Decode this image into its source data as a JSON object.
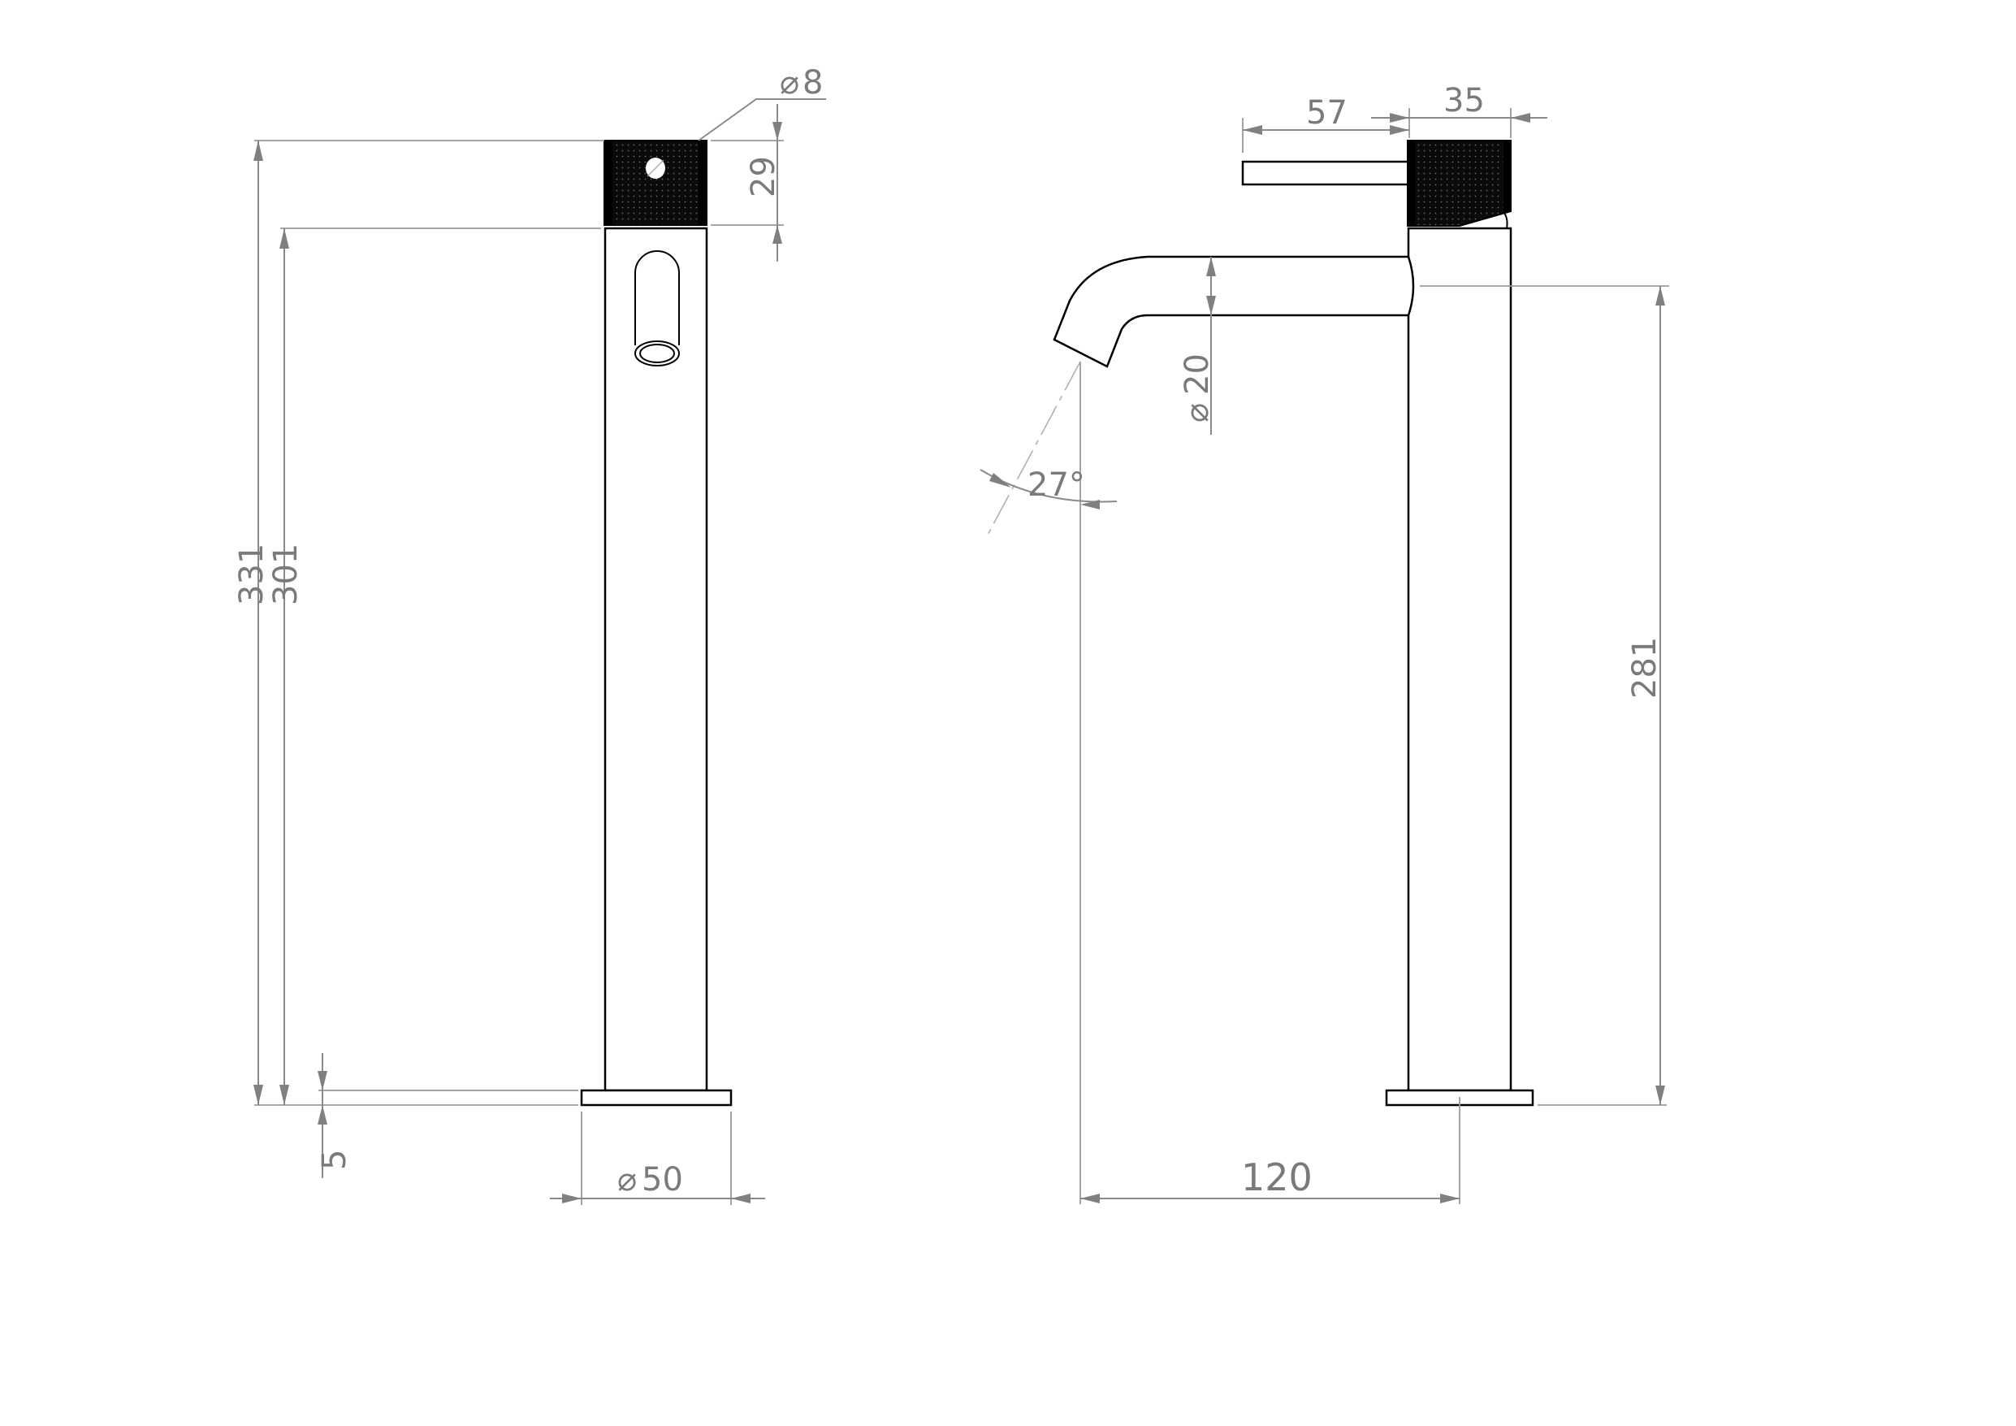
{
  "drawing": {
    "type": "technical-dimension-drawing",
    "subject": "tall basin mixer tap",
    "units": "mm",
    "views": [
      "front-view",
      "side-view"
    ]
  },
  "front_view": {
    "dimensions": {
      "overall_height": "331",
      "body_height": "301",
      "handle_height": "29",
      "handle_diameter_symbol": "⌀",
      "handle_diameter": "8",
      "base_thickness": "5",
      "base_diameter_symbol": "⌀",
      "base_diameter": "50"
    }
  },
  "side_view": {
    "dimensions": {
      "lever_length": "57",
      "handle_width": "35",
      "spout_diameter_symbol": "⌀",
      "spout_diameter": "20",
      "spout_angle": "27°",
      "spout_height": "281",
      "spout_reach": "120"
    }
  },
  "colors": {
    "background": "#ffffff",
    "outline": "#000000",
    "dimension": "#8a8a8a",
    "handle_fill": "#0a0a0a"
  }
}
